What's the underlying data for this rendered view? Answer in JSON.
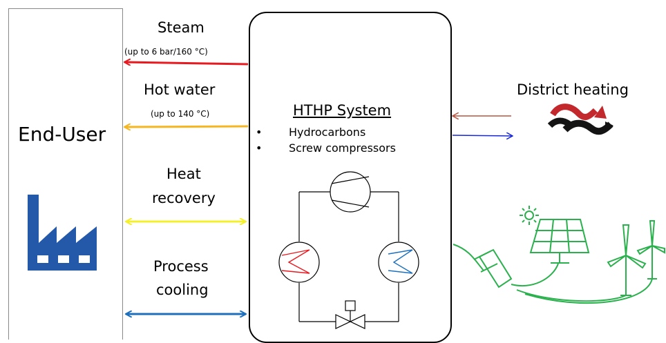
{
  "end_user": {
    "title": "End-User"
  },
  "flows": {
    "steam": {
      "label": "Steam",
      "sub": "(up to 6 bar/160 °C)",
      "color": "#e8191f"
    },
    "hot_water": {
      "label": "Hot water",
      "sub": "(up to 140 °C)",
      "color": "#f5b622"
    },
    "heat_recovery": {
      "label_line1": "Heat",
      "label_line2": "recovery",
      "color": "#f4f02a"
    },
    "process_cooling": {
      "label_line1": "Process",
      "label_line2": "cooling",
      "color": "#1d6fbd"
    }
  },
  "hthp": {
    "title": "HTHP System",
    "bullets": [
      "Hydrocarbons",
      "Screw compressors"
    ]
  },
  "district_heating": {
    "label": "District heating",
    "in_color": "#b7533f",
    "out_color": "#1726d8"
  },
  "icons": {
    "factory": "factory-icon",
    "district_heating": "district-heating-logo",
    "renewables": "solar-panel-wind-turbines-plug-icon",
    "compressor": "compressor-symbol",
    "condenser": "heat-exchanger-hot-symbol",
    "evaporator": "heat-exchanger-cold-symbol",
    "valve": "expansion-valve-symbol"
  }
}
